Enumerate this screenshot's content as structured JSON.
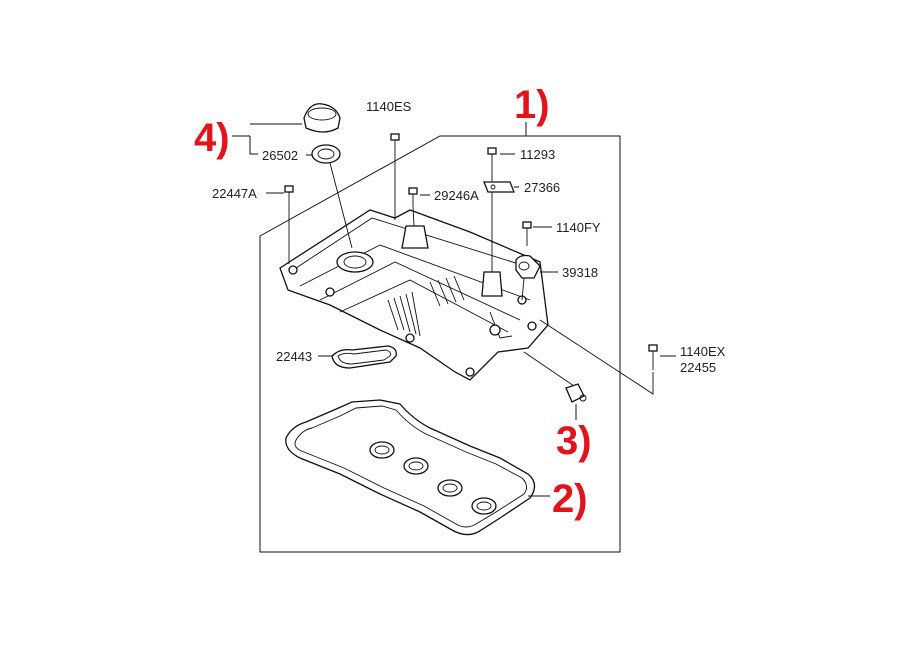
{
  "diagram": {
    "part_numbers": {
      "p1140ES": "1140ES",
      "p11293": "11293",
      "p27366": "27366",
      "p29246A": "29246A",
      "p22447A": "22447A",
      "p26502": "26502",
      "p1140FY": "1140FY",
      "p39318": "39318",
      "p22443": "22443",
      "p1140EX": "1140EX",
      "p22455": "22455"
    },
    "callouts": {
      "c1": "1)",
      "c2": "2)",
      "c3": "3)",
      "c4": "4)"
    },
    "colors": {
      "callout": "#e3131b",
      "line": "#111111"
    }
  }
}
